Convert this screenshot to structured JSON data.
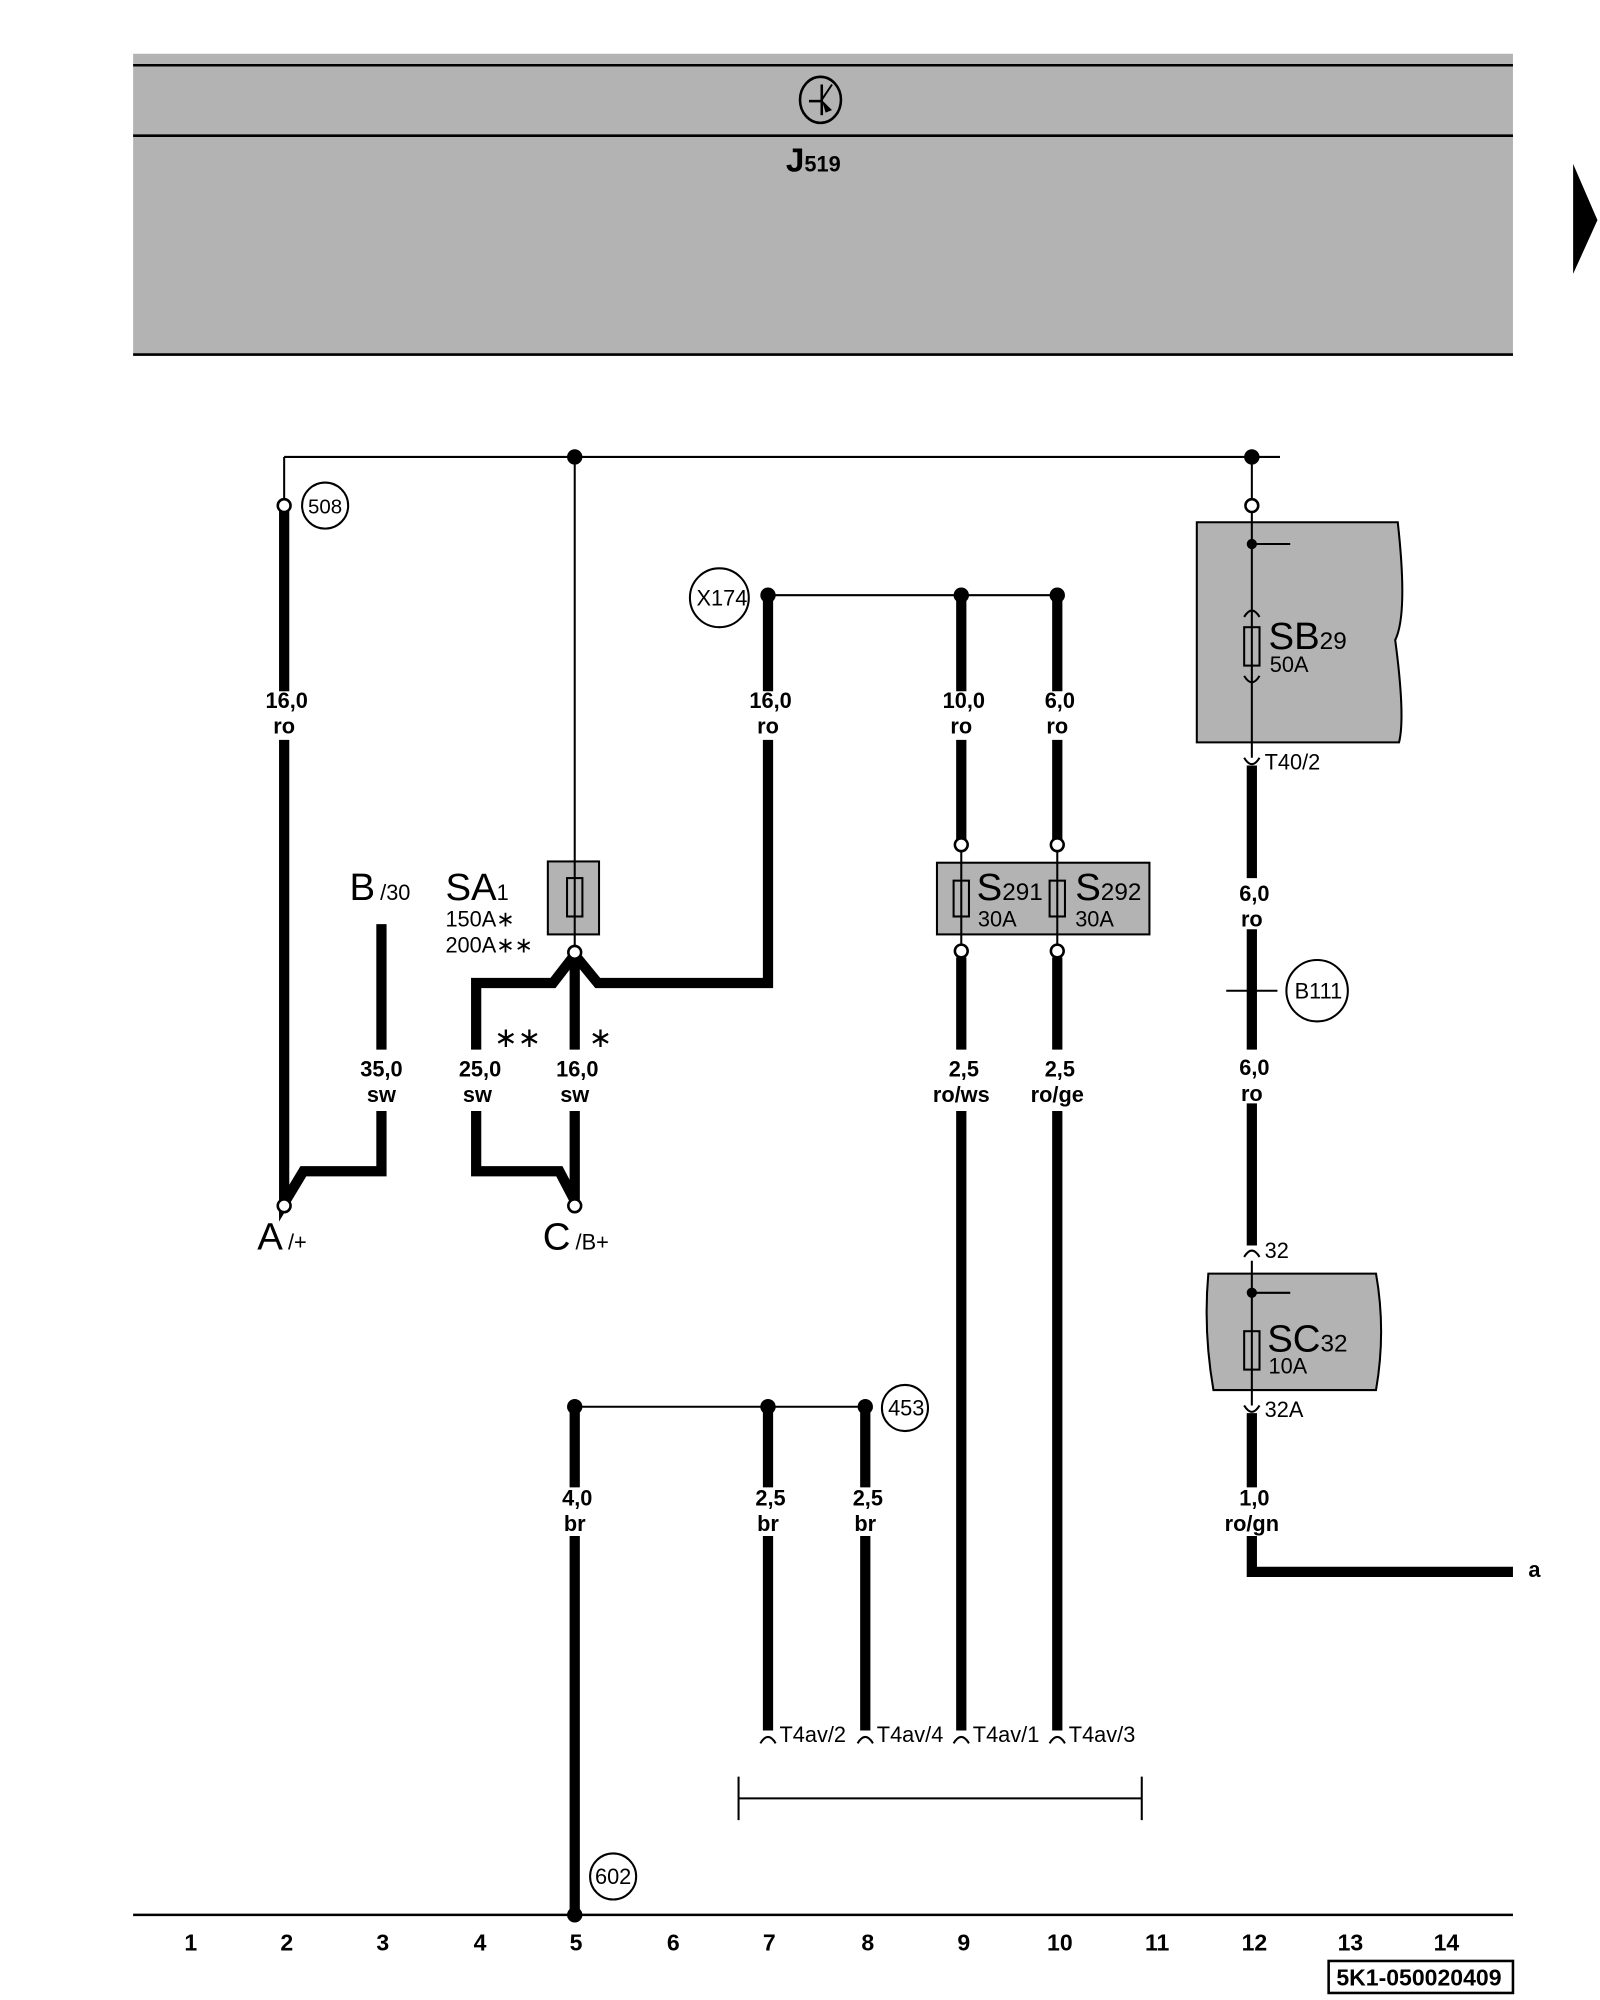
{
  "header": {
    "component": "J",
    "component_sub": "519",
    "icon": "transistor-icon"
  },
  "terminals": {
    "A": {
      "label": "A",
      "sub": "/+"
    },
    "B": {
      "label": "B",
      "sub": "/30"
    },
    "C": {
      "label": "C",
      "sub": "/B+"
    },
    "a": "a"
  },
  "fuses": {
    "SA1": {
      "name": "SA",
      "sub": "1",
      "rating1": "150A∗",
      "rating2": "200A∗∗"
    },
    "S291": {
      "name": "S",
      "sub": "291",
      "rating": "30A"
    },
    "S292": {
      "name": "S",
      "sub": "292",
      "rating": "30A"
    },
    "SB29": {
      "name": "SB",
      "sub": "29",
      "rating": "50A"
    },
    "SC32": {
      "name": "SC",
      "sub": "32",
      "rating": "10A"
    }
  },
  "circled": {
    "c508": "508",
    "x174": "X174",
    "b111": "B111",
    "c453": "453",
    "c602": "602"
  },
  "variants": {
    "double": "∗∗",
    "single": "∗"
  },
  "wires": {
    "w1": {
      "gauge": "16,0",
      "color": "ro"
    },
    "w2": {
      "gauge": "35,0",
      "color": "sw"
    },
    "w3": {
      "gauge": "25,0",
      "color": "sw"
    },
    "w4": {
      "gauge": "16,0",
      "color": "sw"
    },
    "w5": {
      "gauge": "16,0",
      "color": "ro"
    },
    "w6": {
      "gauge": "10,0",
      "color": "ro"
    },
    "w7": {
      "gauge": "6,0",
      "color": "ro"
    },
    "w8": {
      "gauge": "2,5",
      "color": "ro/ws"
    },
    "w9": {
      "gauge": "2,5",
      "color": "ro/ge"
    },
    "w10": {
      "gauge": "6,0",
      "color": "ro"
    },
    "w11": {
      "gauge": "6,0",
      "color": "ro"
    },
    "w12": {
      "gauge": "1,0",
      "color": "ro/gn"
    },
    "w13": {
      "gauge": "4,0",
      "color": "br"
    },
    "w14": {
      "gauge": "2,5",
      "color": "br"
    },
    "w15": {
      "gauge": "2,5",
      "color": "br"
    }
  },
  "connectors": {
    "t40": "T40/2",
    "p32": "32",
    "p32a": "32A",
    "t4av2": "T4av/2",
    "t4av4": "T4av/4",
    "t4av1": "T4av/1",
    "t4av3": "T4av/3"
  },
  "columns": [
    "1",
    "2",
    "3",
    "4",
    "5",
    "6",
    "7",
    "8",
    "9",
    "10",
    "11",
    "12",
    "13",
    "14"
  ],
  "reference": "5K1-050020409"
}
